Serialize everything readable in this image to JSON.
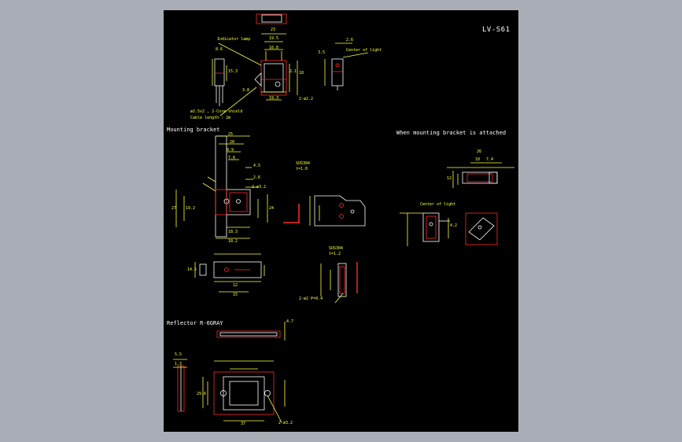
{
  "drawing": {
    "model": "LV-S61",
    "section_titles": {
      "mounting_bracket": "Mounting bracket",
      "when_attached": "When mounting bracket is attached",
      "reflector": "Reflector R-6GRAY"
    },
    "notes": {
      "indicator_lamp": "Indicator lamp",
      "cable": "ø2.5x2 , 2-Core shield",
      "cable_length": "Cable length : 2m",
      "center_of_light_top": "Center of light",
      "center_of_light_right": "Center of light",
      "material_1": "SUS304",
      "thickness_1": "t=1.0",
      "material_2": "SUS304",
      "thickness_2": "t=1.2",
      "holes_1": "2-ø2.2",
      "holes_2": "2-ø3.2",
      "holes_3": "2-ø2 P=0.4",
      "holes_4": "2-ø3.2"
    },
    "dimensions": {
      "d23": "23",
      "d195": "19.5",
      "d168": "16.8",
      "d26": "2.6",
      "d86": "8.6",
      "d153": "15.3",
      "d21": "2.1",
      "d18": "18",
      "d38": "3.8",
      "d193": "19.3",
      "d35": "3.5",
      "d25": "25",
      "d20": "20",
      "d99": "9.9",
      "d76": "7.6",
      "d45": "4.5",
      "d26b": "2.6",
      "d192": "19.2",
      "d27": "27",
      "d24": "24",
      "d183": "18.3",
      "d182": "18.2",
      "d15": "15",
      "d12": "12",
      "d145": "14.5",
      "d47": "4.7",
      "d55": "5.5",
      "d13": "1.3",
      "d37": "37",
      "d296": "29.6",
      "d26c": "26",
      "d10": "10",
      "d74": "7.4",
      "d12b": "12",
      "d42": "4.2"
    },
    "colors": {
      "background": "#000000",
      "geometry": "#ffffff",
      "hidden": "#ff2a2a",
      "dimension": "#ffff3a",
      "frame": "#a9aeb6"
    }
  }
}
